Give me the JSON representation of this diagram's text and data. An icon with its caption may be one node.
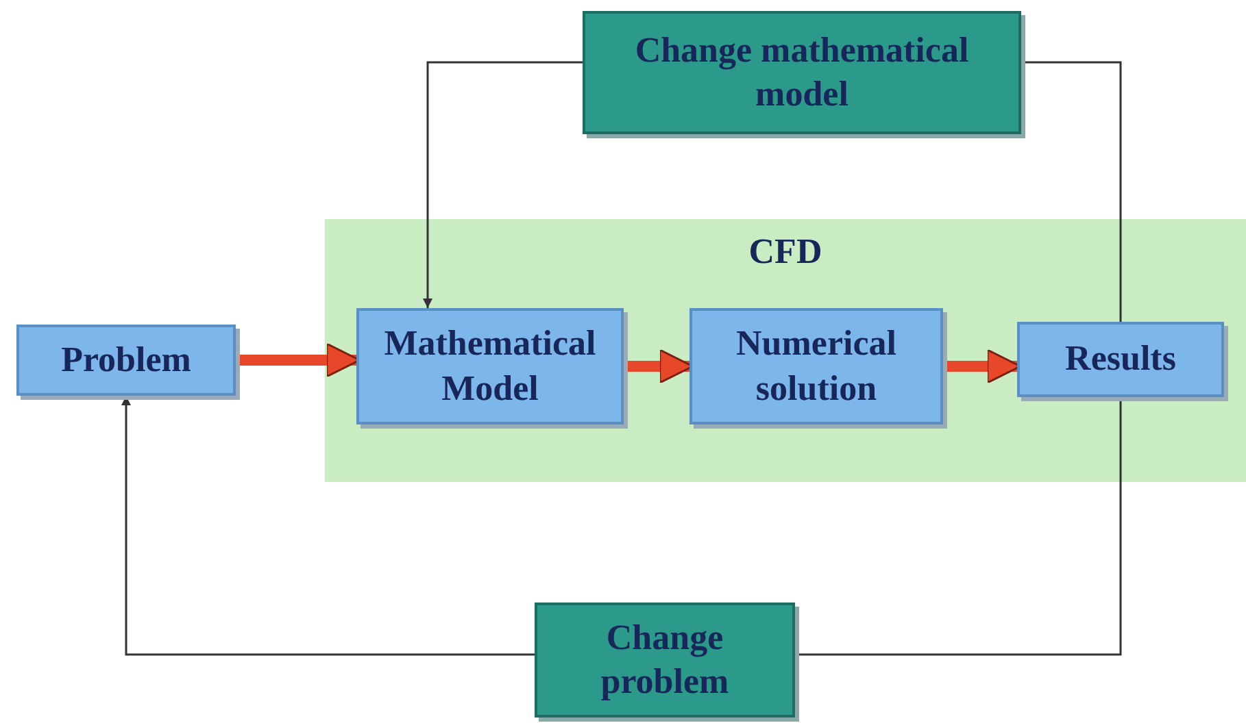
{
  "diagram": {
    "nodes": [
      {
        "text": [
          "Change mathematical model"
        ]
      },
      {
        "text": [
          "CFD"
        ]
      },
      {
        "text": [
          "Problem"
        ]
      },
      {
        "text": [
          "Mathematical Model"
        ],
        "in": 1
      },
      {
        "text": [
          "Numerical solution"
        ],
        "in": 1
      },
      {
        "text": [
          "Results"
        ],
        "in": 1
      },
      {
        "text": [
          "Change problem"
        ]
      }
    ],
    "edges": [
      {
        "from": 2,
        "to": 3,
        "arrow": "to",
        "style": "thick",
        "color": "#e8482a"
      },
      {
        "from": 3,
        "to": 4,
        "arrow": "to",
        "style": "thick",
        "color": "#e8482a"
      },
      {
        "from": 4,
        "to": 5,
        "arrow": "to",
        "style": "thick",
        "color": "#e8482a"
      },
      {
        "from": 5,
        "to": 0,
        "arrow": "none"
      },
      {
        "from": 0,
        "to": 3,
        "arrow": "to"
      },
      {
        "from": 5,
        "to": 6,
        "arrow": "none"
      },
      {
        "from": 6,
        "to": 2,
        "arrow": "to"
      }
    ]
  }
}
